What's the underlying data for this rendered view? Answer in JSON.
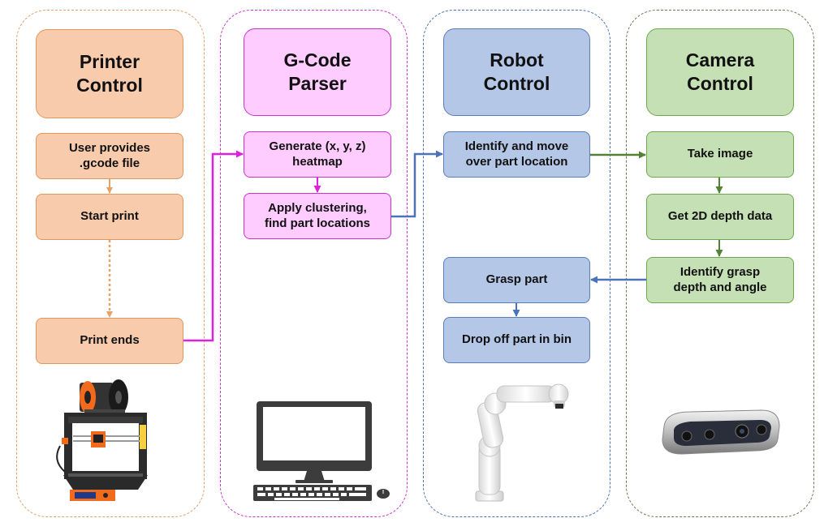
{
  "lanes": [
    {
      "header": "Printer\nControl",
      "color": "#e2a06a"
    },
    {
      "header": "G-Code\nParser",
      "color": "#cc33cc"
    },
    {
      "header": "Robot\nControl",
      "color": "#4a73b8"
    },
    {
      "header": "Camera\nControl",
      "color": "#6b7a55"
    }
  ],
  "printer": {
    "step1": "User provides\n.gcode file",
    "step2": "Start print",
    "step3": "Print ends"
  },
  "parser": {
    "step1": "Generate (x, y, z)\nheatmap",
    "step2": "Apply clustering,\nfind part locations"
  },
  "robot": {
    "step1": "Identify and move\nover part location",
    "step2": "Grasp part",
    "step3": "Drop off part in bin"
  },
  "camera": {
    "step1": "Take image",
    "step2": "Get 2D depth data",
    "step3": "Identify grasp\ndepth and angle"
  },
  "colors": {
    "orange_arrow": "#e8a165",
    "magenta_arrow": "#e020e0",
    "blue_arrow": "#4a73b8",
    "green_arrow": "#538135"
  },
  "illustrations": [
    "3d-printer",
    "desktop-computer",
    "robot-arm",
    "depth-camera"
  ]
}
